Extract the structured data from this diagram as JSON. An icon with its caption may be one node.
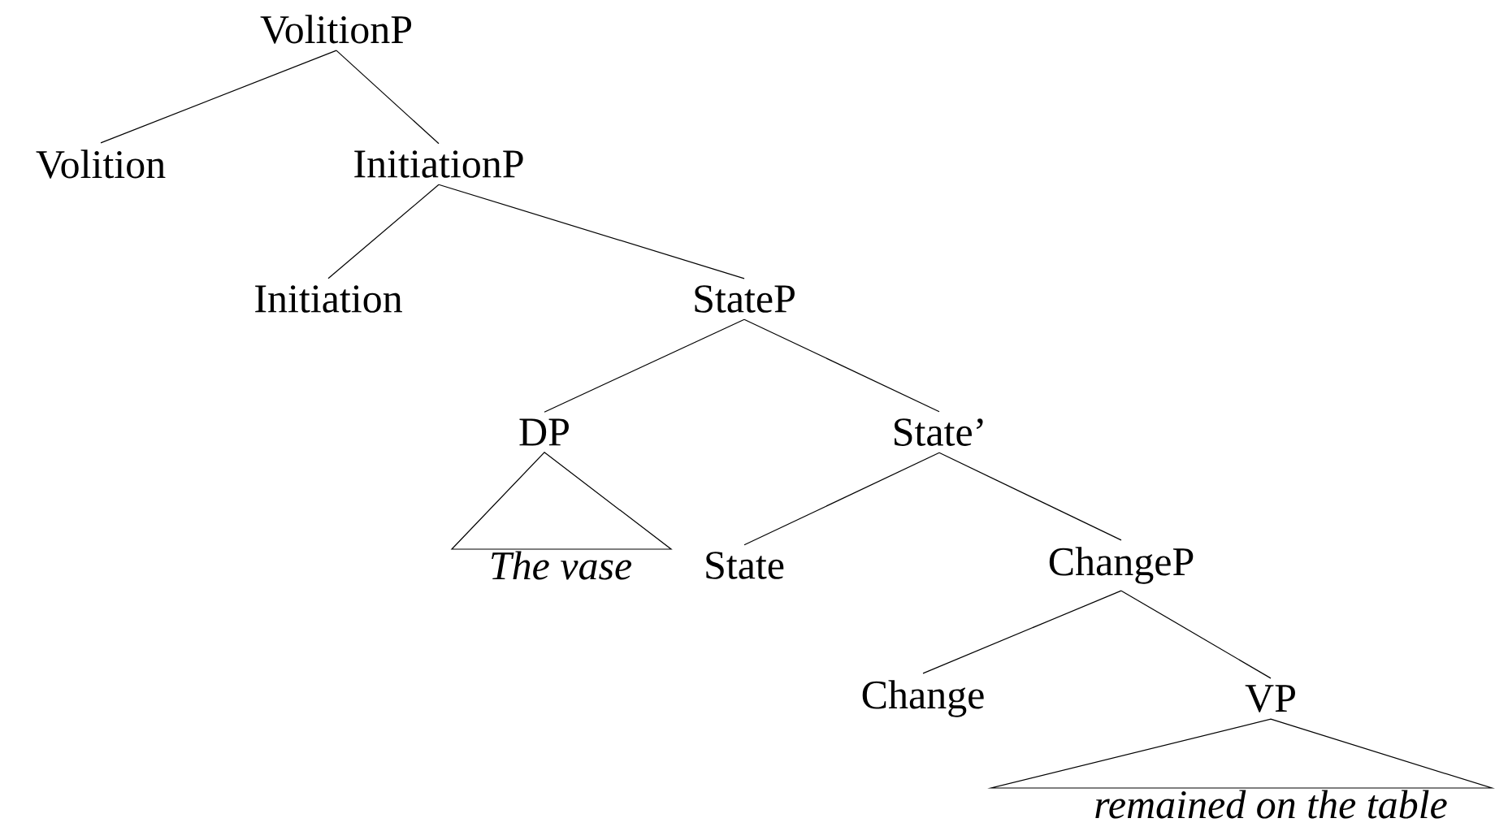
{
  "diagram": {
    "nodes": [
      {
        "text": [
          "VolitionP"
        ]
      },
      {
        "text": [
          "Volition"
        ]
      },
      {
        "text": [
          "InitiationP"
        ]
      },
      {
        "text": [
          "Initiation"
        ]
      },
      {
        "text": [
          "StateP"
        ]
      },
      {
        "text": [
          "DP"
        ]
      },
      {
        "text": [
          "State’"
        ]
      },
      {
        "text": [
          "The vase"
        ]
      },
      {
        "text": [
          "State"
        ]
      },
      {
        "text": [
          "ChangeP"
        ]
      },
      {
        "text": [
          "Change"
        ]
      },
      {
        "text": [
          "VP"
        ]
      },
      {
        "text": [
          "remained on the table"
        ]
      }
    ],
    "edges": [
      {
        "from": 0,
        "to": 1,
        "arrow": "none"
      },
      {
        "from": 0,
        "to": 2,
        "arrow": "none"
      },
      {
        "from": 2,
        "to": 3,
        "arrow": "none"
      },
      {
        "from": 2,
        "to": 4,
        "arrow": "none"
      },
      {
        "from": 4,
        "to": 5,
        "arrow": "none"
      },
      {
        "from": 4,
        "to": 6,
        "arrow": "none"
      },
      {
        "from": 5,
        "to": 7,
        "arrow": "none"
      },
      {
        "from": 6,
        "to": 8,
        "arrow": "none"
      },
      {
        "from": 6,
        "to": 9,
        "arrow": "none"
      },
      {
        "from": 9,
        "to": 10,
        "arrow": "none"
      },
      {
        "from": 9,
        "to": 11,
        "arrow": "none"
      },
      {
        "from": 11,
        "to": 12,
        "arrow": "none"
      }
    ]
  }
}
